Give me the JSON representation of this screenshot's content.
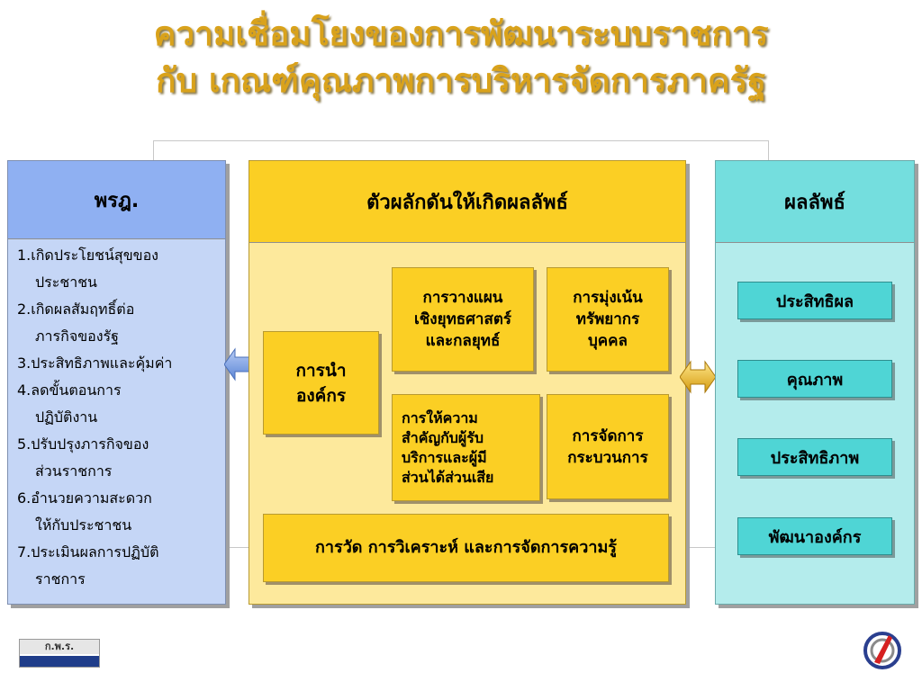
{
  "title": {
    "line1": "ความเชื่อมโยงของการพัฒนาระบบราชการ",
    "line2": "กับ เกณฑ์คุณภาพการบริหารจัดการภาครัฐ"
  },
  "left": {
    "heading": "พรฎ.",
    "items": [
      {
        "num": "1.",
        "first": "เกิดประโยชน์สุขของ",
        "cont": "ประชาชน"
      },
      {
        "num": "2.",
        "first": "เกิดผลสัมฤทธิ์ต่อ",
        "cont": "ภารกิจของรัฐ"
      },
      {
        "num": "3.",
        "first": "ประสิทธิภาพและคุ้มค่า",
        "cont": ""
      },
      {
        "num": "4.",
        "first": "ลดขั้นตอนการ",
        "cont": "ปฏิบัติงาน"
      },
      {
        "num": "5.",
        "first": "ปรับปรุงภารกิจของ",
        "cont": "ส่วนราชการ"
      },
      {
        "num": "6.",
        "first": "อำนวยความสะดวก",
        "cont": "ให้กับประชาชน"
      },
      {
        "num": "7.",
        "first": "ประเมินผลการปฏิบัติ",
        "cont": "ราชการ"
      }
    ]
  },
  "center": {
    "heading": "ตัวผลักดันให้เกิดผลลัพธ์",
    "leadership": "การนำ\nองค์กร",
    "strategic": "การวางแผน\nเชิงยุทธศาสตร์\nและกลยุทธ์",
    "hr": "การมุ่งเน้น\nทรัพยากร\nบุคคล",
    "customer": "การให้ความ\nสำคัญกับผู้รับ\nบริการและผู้มี\nส่วนได้ส่วนเสีย",
    "process": "การจัดการ\nกระบวนการ",
    "measurement": "การวัด การวิเคราะห์ และการจัดการความรู้"
  },
  "right": {
    "heading": "ผลลัพธ์",
    "items": [
      "ประสิทธิผล",
      "คุณภาพ",
      "ประสิทธิภาพ",
      "พัฒนาองค์กร"
    ]
  },
  "footer": {
    "logo_text": "ก.พ.ร."
  },
  "colors": {
    "title": "#d9a21b",
    "left_head": "#8fb0f2",
    "left_body": "#c5d6f6",
    "center_head": "#fbcf24",
    "center_body": "#fde99c",
    "right_head": "#74dede",
    "right_body": "#b4ecec",
    "right_box": "#4fd5d5"
  }
}
